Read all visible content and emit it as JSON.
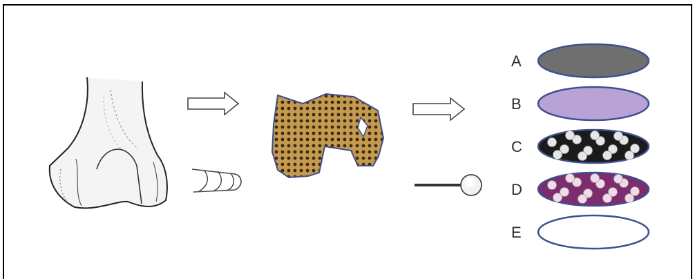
{
  "samples": [
    {
      "letter": "A",
      "fill": "#6f6f6f",
      "kind": "solid"
    },
    {
      "letter": "B",
      "fill": "#b9a2d6",
      "kind": "solid"
    },
    {
      "letter": "C",
      "fill": "#1b1b1b",
      "kind": "dotted"
    },
    {
      "letter": "D",
      "fill": "#7d2c6e",
      "kind": "dotted"
    },
    {
      "letter": "E",
      "fill": "#ffffff",
      "kind": "solid"
    }
  ],
  "colors": {
    "bone_fill": "#c8a055",
    "bone_pores": "#3b2a12",
    "outline": "#3f4f8f",
    "arrow": "#444444"
  },
  "icons": [
    "femur-sketch",
    "hollow-arrow",
    "drill-bit",
    "bone-block",
    "magnifier"
  ]
}
